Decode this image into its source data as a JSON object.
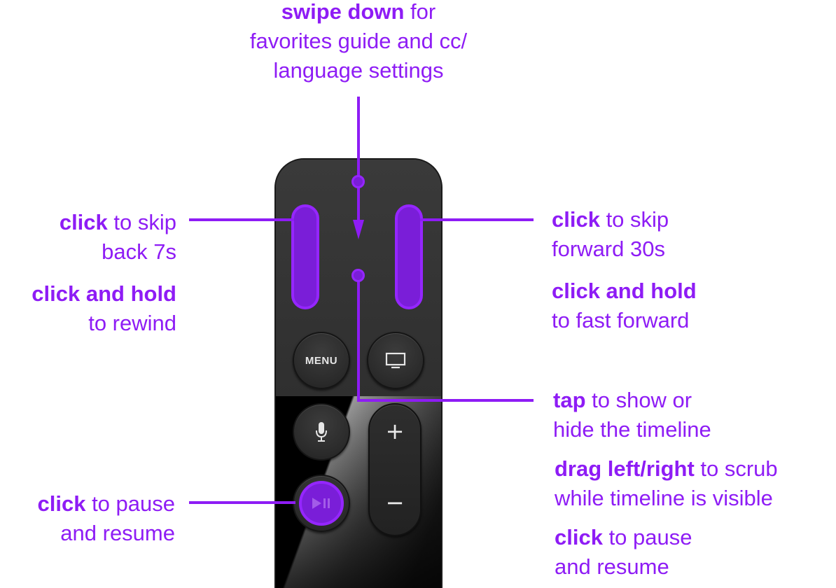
{
  "colors": {
    "accent": "#8e1cf5",
    "accent_fill": "#7a1ed8",
    "remote_body": "#333333",
    "button_text": "#e6e6e6",
    "background": "#ffffff"
  },
  "top_callout": {
    "bold": "swipe down",
    "rest": " for",
    "line2": "favorites guide and cc/",
    "line3": "language settings"
  },
  "left_callouts": {
    "skip_back": {
      "bold": "click",
      "rest": " to skip",
      "line2": "back 7s"
    },
    "rewind": {
      "bold": "click and hold",
      "line2": "to rewind"
    },
    "pause": {
      "bold": "click",
      "rest": " to pause",
      "line2": "and resume"
    }
  },
  "right_callouts": {
    "skip_forward": {
      "bold": "click",
      "rest": " to skip",
      "line2": "forward 30s"
    },
    "fast_forward": {
      "bold": "click and hold",
      "line2": "to fast forward"
    },
    "timeline": {
      "bold": "tap",
      "rest": " to show or",
      "line2": "hide the timeline"
    },
    "scrub": {
      "bold": "drag left/right",
      "rest": " to scrub",
      "line2": "while timeline is visible"
    },
    "pause": {
      "bold": "click",
      "rest": " to pause",
      "line2": "and resume"
    }
  },
  "remote": {
    "buttons": {
      "menu": "MENU",
      "tv": "tv-icon",
      "mic": "microphone-icon",
      "play_pause": "play-pause-icon",
      "volume_up": "+",
      "volume_down": "−"
    }
  }
}
